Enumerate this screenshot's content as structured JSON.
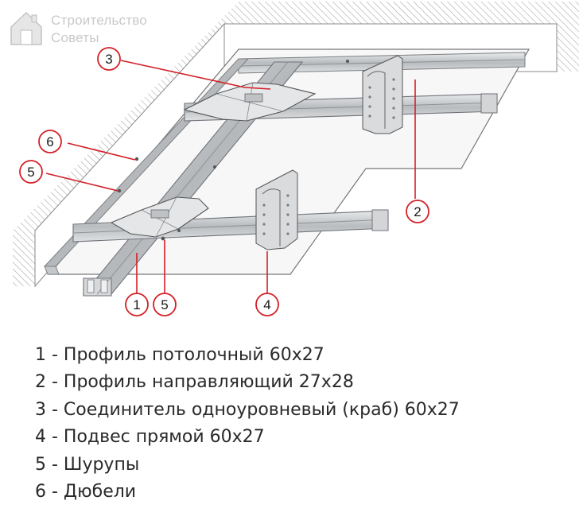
{
  "watermark": {
    "line1": "Строительство",
    "line2": "Советы"
  },
  "callouts": [
    {
      "id": "1",
      "text": "1"
    },
    {
      "id": "2",
      "text": "2"
    },
    {
      "id": "3",
      "text": "3"
    },
    {
      "id": "4",
      "text": "4"
    },
    {
      "id": "5a",
      "text": "5"
    },
    {
      "id": "5b",
      "text": "5"
    },
    {
      "id": "6",
      "text": "6"
    }
  ],
  "legend": [
    "1 - Профиль потолочный 60x27",
    "2 - Профиль направляющий 27x28",
    "3 - Соединитель одноуровневый (краб) 60x27",
    "4 - Подвес прямой 60x27",
    "5 - Шурупы",
    "6 - Дюбели"
  ],
  "colors": {
    "callout": "#d32027",
    "metal": "#c9ccce",
    "hatch": "#9a9a9a",
    "legend_text": "#2a2a2a"
  }
}
